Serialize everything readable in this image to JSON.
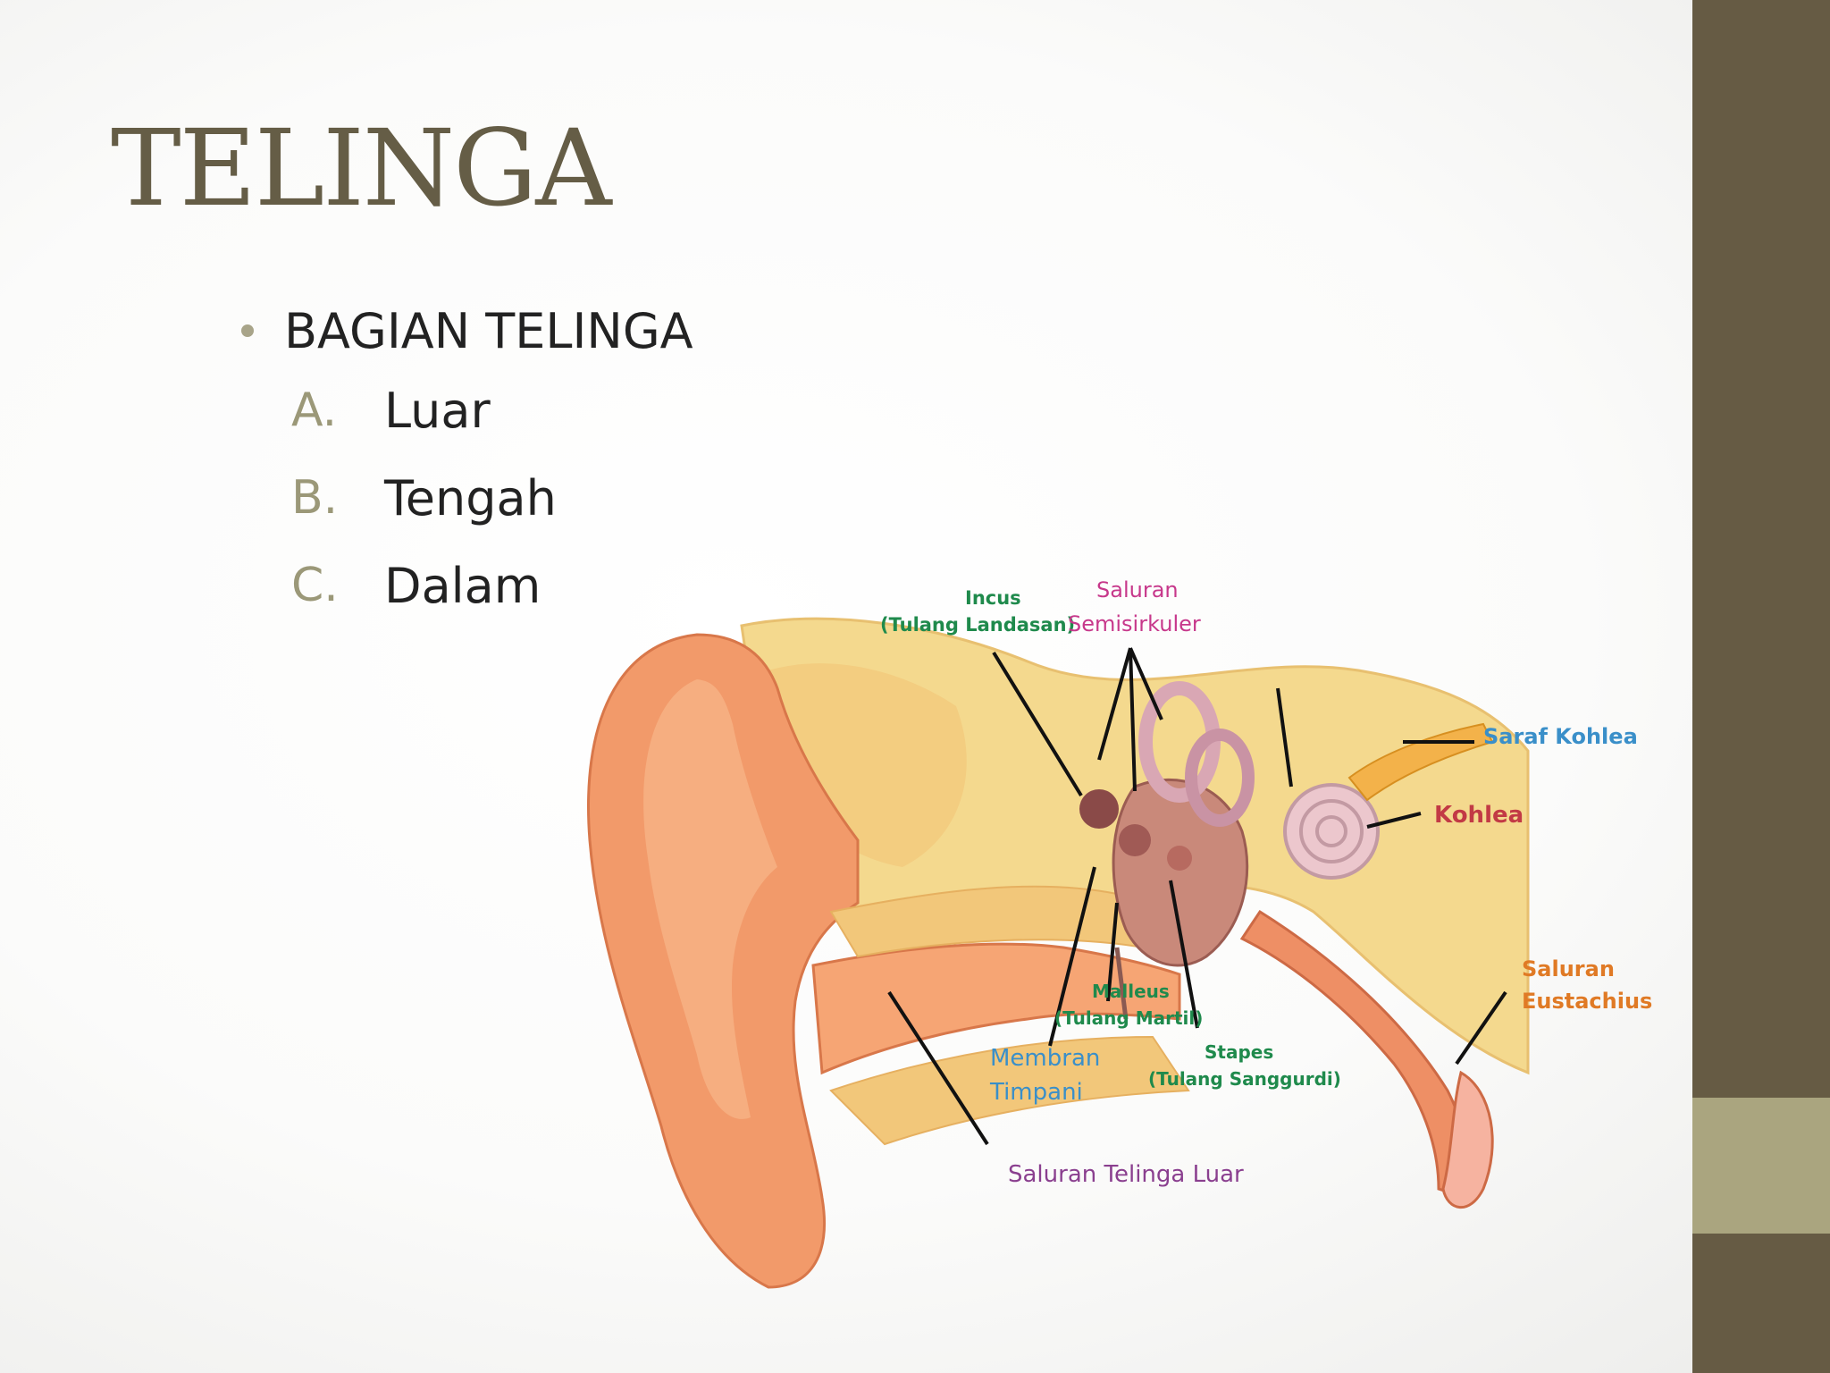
{
  "slide": {
    "title": "TELINGA",
    "bullet": "BAGIAN TELINGA",
    "items": [
      {
        "marker": "A.",
        "text": "Luar"
      },
      {
        "marker": "B.",
        "text": "Tengah"
      },
      {
        "marker": "C.",
        "text": "Dalam"
      }
    ]
  },
  "theme": {
    "sidebar_color": "#665b44",
    "sidebar_accent_color": "#aaa57f",
    "title_color": "#655d46"
  },
  "figure": {
    "labels": {
      "incus": "Incus",
      "incus_sub": "(Tulang Landasan)",
      "saluran_semi_1": "Saluran",
      "saluran_semi_2": "Semisirkuler",
      "saraf": "Saraf Kohlea",
      "kohlea": "Kohlea",
      "eust_1": "Saluran",
      "eust_2": "Eustachius",
      "malleus": "Malleus",
      "malleus_sub": "(Tulang Martil)",
      "stapes": "Stapes",
      "stapes_sub": "(Tulang Sanggurdi)",
      "membran_1": "Membran",
      "membran_2": "Timpani",
      "telinga_luar": "Saluran Telinga Luar"
    },
    "label_colors": {
      "green": "#1f8a4c",
      "magenta": "#c7388b",
      "blue": "#3a8fc9",
      "red": "#c23a45",
      "orange": "#e07a25",
      "purple": "#8a3f8f"
    }
  }
}
